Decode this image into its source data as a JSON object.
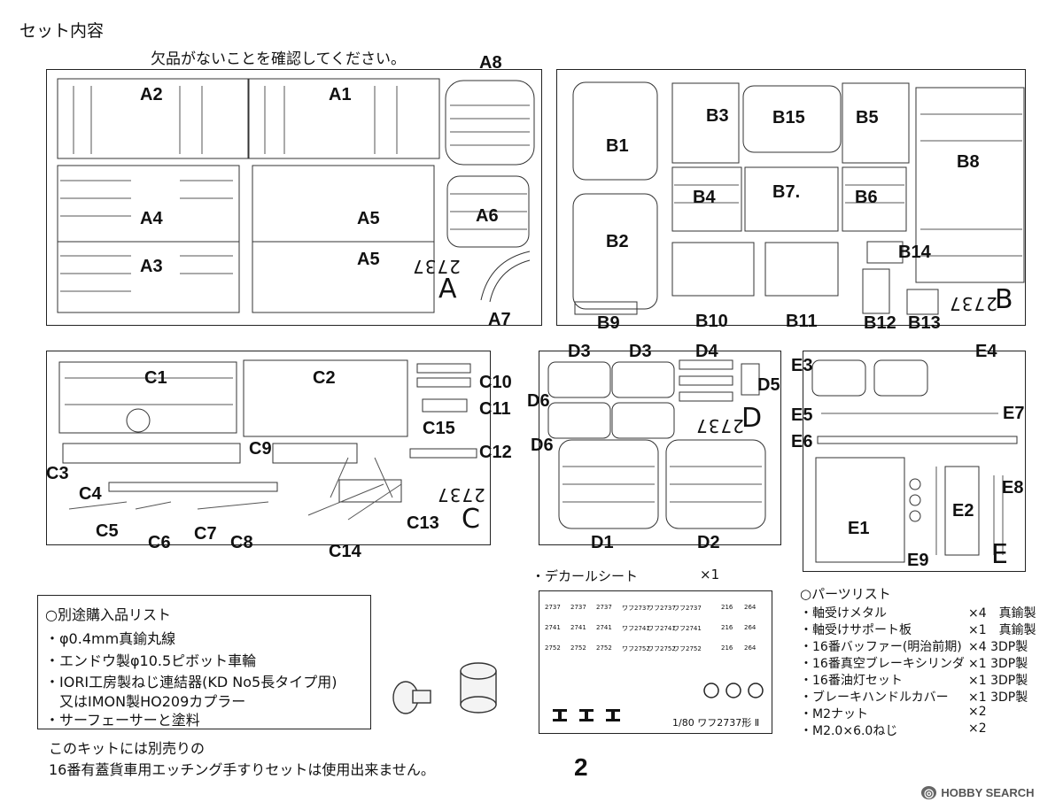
{
  "header": {
    "title": "セット内容",
    "subtitle": "欠品がないことを確認してください。"
  },
  "sheetA": {
    "labels": [
      "A8",
      "A2",
      "A1",
      "A4",
      "A5",
      "A6",
      "A3",
      "A5",
      "A7"
    ],
    "code": "2737",
    "letter": "A"
  },
  "sheetB": {
    "labels": [
      "B3",
      "B15",
      "B5",
      "B1",
      "B8",
      "B4",
      "B7.",
      "B6",
      "B2",
      "B14",
      "B9",
      "B10",
      "B11",
      "B12",
      "B13"
    ],
    "code": "2737",
    "letter": "B"
  },
  "sheetC": {
    "labels": [
      "C1",
      "C2",
      "C10",
      "C11",
      "C15",
      "C9",
      "C12",
      "C3",
      "C4",
      "C13",
      "C5",
      "C6",
      "C7",
      "C8",
      "C14"
    ],
    "code": "2737",
    "letter": "C"
  },
  "sheetD": {
    "labels": [
      "D3",
      "D3",
      "D4",
      "D5",
      "D6",
      "D6",
      "D1",
      "D2"
    ],
    "code": "2737",
    "letter": "D"
  },
  "sheetE": {
    "labels": [
      "E3",
      "E4",
      "E5",
      "E7",
      "E6",
      "E8",
      "E2",
      "E1",
      "E9"
    ],
    "letter": "E"
  },
  "purchase_box": {
    "title": "○別途購入品リスト",
    "items": [
      "・φ0.4mm真鍮丸線",
      "・エンドウ製φ10.5ピボット車輪",
      "・IORI工房製ねじ連結器(KD No5長タイプ用)",
      "　又はIMON製HO209カプラー",
      "・サーフェーサーと塗料"
    ]
  },
  "note": [
    "このキットには別売りの",
    "16番有蓋貨車用エッチング手すりセットは使用出来ません。"
  ],
  "page_number": "2",
  "decal": {
    "title": "・デカールシート",
    "qty": "×1",
    "footer": "1/80 ワフ2737形 Ⅱ",
    "numbers": [
      "2737",
      "2737",
      "2737",
      "ワフ2737",
      "ワフ2737",
      "ワフ2737",
      "2741",
      "2741",
      "2741",
      "ワフ2741",
      "ワフ2741",
      "ワフ2741",
      "2752",
      "2752",
      "2752",
      "ワフ2752",
      "ワフ2752",
      "ワフ2752"
    ],
    "side": [
      "216",
      "264",
      "216",
      "264",
      "216",
      "264"
    ]
  },
  "parts_list": {
    "title": "○パーツリスト",
    "rows": [
      {
        "name": "・軸受けメタル",
        "qty": "×4　真鍮製"
      },
      {
        "name": "・軸受けサポート板",
        "qty": "×1　真鍮製"
      },
      {
        "name": "・16番バッファー(明治前期)",
        "qty": "×4 3DP製"
      },
      {
        "name": "・16番真空ブレーキシリンダ",
        "qty": "×1 3DP製"
      },
      {
        "name": "・16番油灯セット",
        "qty": "×1 3DP製"
      },
      {
        "name": "・ブレーキハンドルカバー",
        "qty": "×1 3DP製"
      },
      {
        "name": "・M2ナット",
        "qty": "×2"
      },
      {
        "name": "・M2.0×6.0ねじ",
        "qty": "×2"
      }
    ]
  },
  "watermark": "HOBBY SEARCH"
}
